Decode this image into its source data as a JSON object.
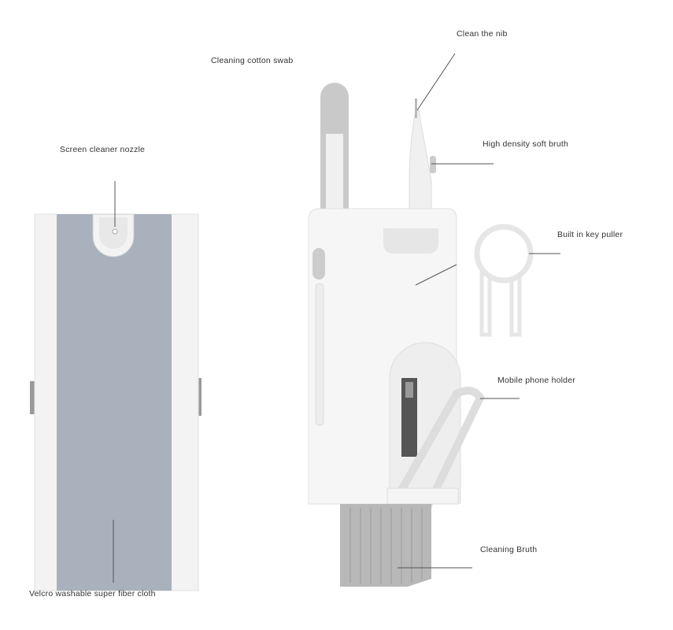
{
  "labels": {
    "clean_nib": "Clean the nib",
    "cotton_swab": "Cleaning cotton swab",
    "screen_nozzle": "Screen cleaner nozzle",
    "soft_brush": "High density soft bruth",
    "key_puller": "Built in key puller",
    "phone_holder": "Mobile phone holder",
    "cleaning_brush": "Cleaning Bruth",
    "fiber_cloth": "Velcro washable super fiber cloth"
  },
  "colors": {
    "body": "#f4f4f4",
    "cloth": "#a9b1bd",
    "swab": "#c9c9c9",
    "bristles": "#b8b8b8",
    "leader_line": "#555555"
  }
}
